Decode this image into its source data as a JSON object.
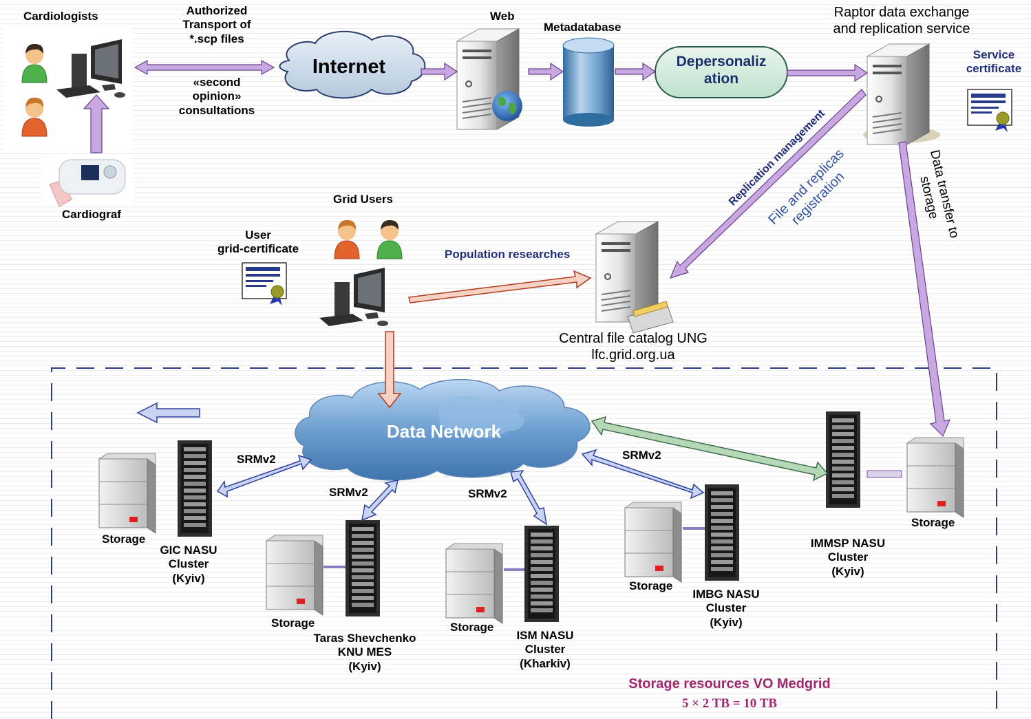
{
  "top": {
    "cardiologists": "Cardiologists",
    "transport": [
      "Authorized",
      "Transport of",
      "*.scp files"
    ],
    "consult": [
      "«second",
      "opinion»",
      "consultations"
    ],
    "internet": "Internet",
    "web": "Web",
    "metadatabase": "Metadatabase",
    "depersonalization": [
      "Depersonaliz",
      "ation"
    ],
    "raptor": [
      "Raptor data exchange",
      "and replication service"
    ],
    "service_cert": [
      "Service",
      "certificate"
    ],
    "cardiograf": "Cardiograf"
  },
  "middle": {
    "grid_users": "Grid Users",
    "user_cert": [
      "User",
      "grid-certificate"
    ],
    "population": "Population researches",
    "catalog": [
      "Central file catalog UNG",
      "lfc.grid.org.ua"
    ],
    "replication_mgmt": "Replication management",
    "file_registration": [
      "File and replicas",
      "registration"
    ],
    "data_transfer": [
      "Data transfer to",
      "storage"
    ]
  },
  "network": {
    "data_network": "Data Network",
    "protocol": "SRMv2",
    "storage": "Storage"
  },
  "clusters": {
    "gic": [
      "GIC NASU",
      "Cluster",
      "(Kyiv)"
    ],
    "knu": [
      "Taras Shevchenko",
      "KNU MES",
      "(Kyiv)"
    ],
    "ism": [
      "ISM NASU",
      "Cluster",
      "(Kharkiv)"
    ],
    "imbg": [
      "IMBG NASU",
      "Cluster",
      "(Kyiv)"
    ],
    "immsp": [
      "IMMSP NASU",
      "Cluster",
      "(Kyiv)"
    ]
  },
  "footer": {
    "vo_title": "Storage resources VO Medgrid",
    "capacity": "5 × 2 TB = 10 TB"
  },
  "colors": {
    "purple_arrow": "#c7a8e0",
    "purple_stroke": "#6b3f8f",
    "red_arrow": "#f6d2c4",
    "red_stroke": "#b23a1e",
    "blue_arrow": "#c9d3f4",
    "blue_stroke": "#2c3f9c",
    "green_arrow": "#b7d8b7",
    "green_stroke": "#3d6e4b",
    "footer_text": "#a0286e",
    "replication_text": "#1f2d7a",
    "registration_text": "#3552a0",
    "network_label": "#ffffff"
  }
}
